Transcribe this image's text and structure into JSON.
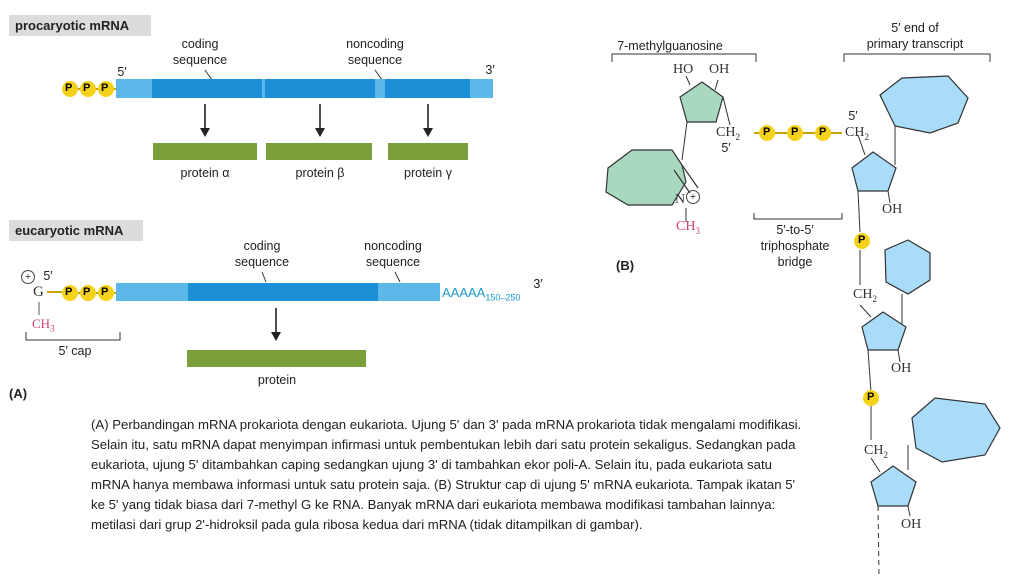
{
  "panel_a": {
    "prok": {
      "tag": "procaryotic mRNA",
      "coding_label": "coding\nsequence",
      "noncoding_label": "noncoding\nsequence",
      "end5": "5′",
      "end3": "3′",
      "phosphate": "P",
      "proteins": [
        "protein α",
        "protein β",
        "protein γ"
      ]
    },
    "euk": {
      "tag": "eucaryotic mRNA",
      "coding_label": "coding\nsequence",
      "noncoding_label": "noncoding\nsequence",
      "end5": "5′",
      "end3": "3′",
      "cap_g": "G",
      "plus": "+",
      "ch3": "CH",
      "ch3_sub": "3",
      "polya": "AAAAA",
      "polya_sub": "150–250",
      "cap_label": "5′ cap",
      "protein": "protein",
      "phosphate": "P"
    },
    "panel_label": "(A)"
  },
  "panel_b": {
    "methylguanosine_label": "7-methylguanosine",
    "primary_end_label": "5′ end of\nprimary transcript",
    "ho": "HO",
    "oh": "OH",
    "ch2": "CH",
    "ch2_sub": "2",
    "five_prime": "5′",
    "n_label": "N",
    "plus": "+",
    "ch3": "CH",
    "ch3_sub": "3",
    "bridge_label": "5′-to-5′\ntriphosphate\nbridge",
    "panel_label": "(B)",
    "phosphate": "P"
  },
  "caption": "(A) Perbandingan mRNA prokariota dengan eukariota. Ujung 5' dan 3' pada mRNA prokariota tidak mengalami modifikasi. Selain itu, satu mRNA dapat menyimpan infirmasi untuk pembentukan lebih dari satu protein sekaligus. Sedangkan pada eukariota, ujung 5' ditambahkan caping sedangkan ujung 3' di tambahkan ekor poli-A. Selain itu, pada eukariota satu mRNA hanya membawa informasi untuk satu protein saja. (B)  Struktur cap di ujung 5' mRNA eukariota. Tampak ikatan 5' ke 5' yang tidak biasa dari 7-methyl G ke RNA. Banyak mRNA dari eukariota membawa modifikasi tambahan lainnya: metilasi dari grup 2'-hidroksil pada gula ribosa kedua dari mRNA (tidak ditampilkan di gambar).",
  "colors": {
    "mrna_light": "#5bb8e8",
    "mrna_dark": "#1c8fd6",
    "protein_green": "#7a9e3a",
    "phosphate_yellow": "#f5d21a",
    "guanine_green": "#a8d8c0",
    "ribose_blue": "#a8dcf8",
    "methyl_pink": "#d0407a",
    "polya_blue": "#1c9ad6"
  }
}
